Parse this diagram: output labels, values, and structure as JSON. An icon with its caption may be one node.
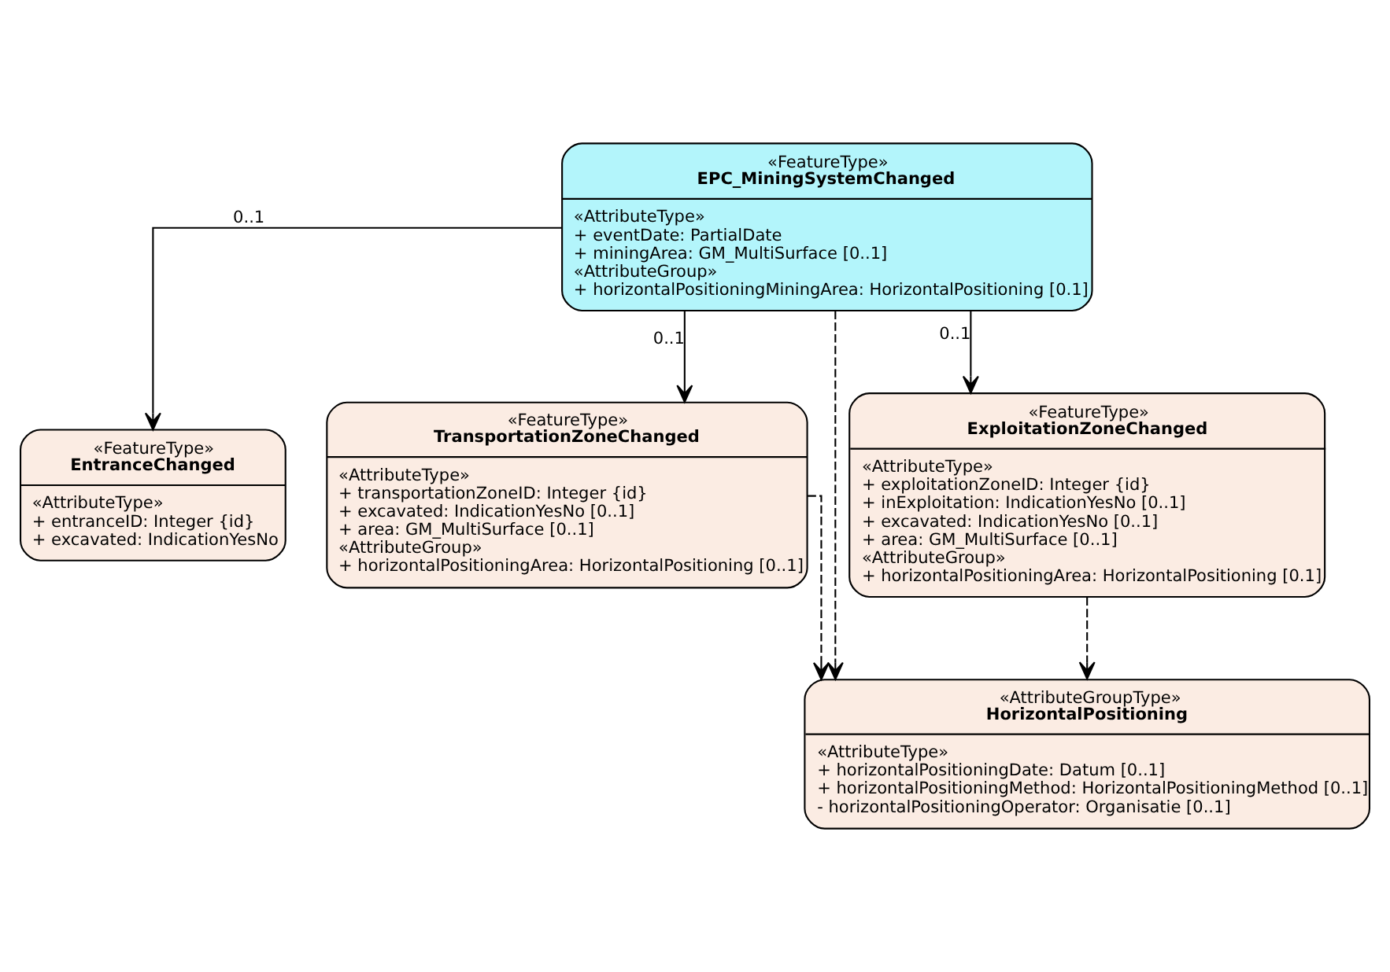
{
  "diagram": {
    "nodes": [
      {
        "text": [
          "«FeatureType»",
          "EPC_MiningSystemChanged",
          "«AttributeType»",
          "+ eventDate: PartialDate",
          "+ miningArea: GM_MultiSurface [0..1]",
          "«AttributeGroup»",
          "+ horizontalPositioningMiningArea: HorizontalPositioning [0.1]"
        ]
      },
      {
        "text": [
          "«FeatureType»",
          "EntranceChanged",
          "«AttributeType»",
          "+ entranceID: Integer {id}",
          "+ excavated: IndicationYesNo"
        ]
      },
      {
        "text": [
          "«FeatureType»",
          "TransportationZoneChanged",
          "«AttributeType»",
          "+ transportationZoneID: Integer {id}",
          "+ excavated: IndicationYesNo [0..1]",
          "+ area: GM_MultiSurface [0..1]",
          "«AttributeGroup»",
          "+ horizontalPositioningArea: HorizontalPositioning [0..1]"
        ]
      },
      {
        "text": [
          "«FeatureType»",
          "ExploitationZoneChanged",
          "«AttributeType»",
          "+ exploitationZoneID: Integer {id}",
          "+ inExploitation: IndicationYesNo [0..1]",
          "+ excavated: IndicationYesNo [0..1]",
          "+ area: GM_MultiSurface [0..1]",
          "«AttributeGroup»",
          "+ horizontalPositioningArea: HorizontalPositioning [0.1]"
        ]
      },
      {
        "text": [
          "«AttributeGroupType»",
          "HorizontalPositioning",
          "«AttributeType»",
          "+ horizontalPositioningDate: Datum [0..1]",
          "+ horizontalPositioningMethod: HorizontalPositioningMethod [0..1]",
          "- horizontalPositioningOperator: Organisatie [0..1]"
        ]
      }
    ],
    "edges": [
      {
        "from": 0,
        "to": 1,
        "arrow": "to",
        "label": "0..1"
      },
      {
        "from": 0,
        "to": 2,
        "arrow": "to",
        "label": "0..1"
      },
      {
        "from": 0,
        "to": 3,
        "arrow": "to",
        "label": "0..1"
      },
      {
        "from": 2,
        "to": 4,
        "arrow": "to",
        "style": "dashed"
      },
      {
        "from": 3,
        "to": 4,
        "arrow": "to",
        "style": "dashed"
      },
      {
        "from": 0,
        "to": 4,
        "arrow": "to",
        "style": "dashed"
      }
    ]
  }
}
